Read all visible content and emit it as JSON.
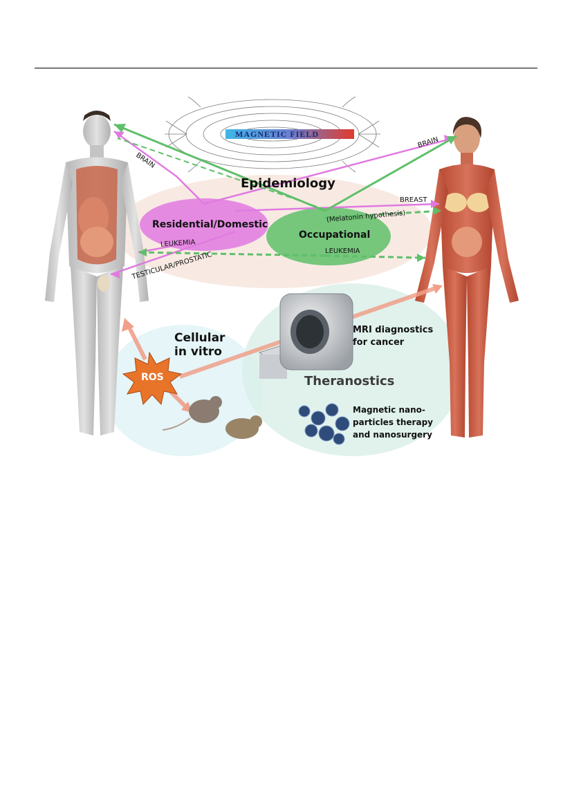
{
  "diagram": {
    "magnetic_field_label": "MAGNETIC FIELD",
    "epidemiology": "Epidemiology",
    "residential": "Residential/Domestic",
    "occupational": "Occupational",
    "melatonin": "(Melatonin hypothesis)",
    "brain_left": "BRAIN",
    "brain_right": "BRAIN",
    "breast": "BREAST",
    "leukemia_left": "LEUKEMIA",
    "leukemia_right": "LEUKEMIA",
    "testicular": "TESTICULAR/PROSTATIC",
    "cellular_line1": "Cellular",
    "cellular_line2": "in vitro",
    "ros": "ROS",
    "mri_line1": "MRI diagnostics",
    "mri_line2": "for cancer",
    "theranostics": "Theranostics",
    "nano_line1": "Magnetic nano-",
    "nano_line2": "particles therapy",
    "nano_line3": "and nanosurgery"
  },
  "colors": {
    "residential": "#e07ae0",
    "occupational": "#5fbf6a",
    "epidemiology_bg": "#f6e3da",
    "cellular_bg": "#dff3f6",
    "theranostics_bg": "#d9efe8",
    "ros": "#e8742a",
    "arrow_salmon": "#f0a08a"
  }
}
